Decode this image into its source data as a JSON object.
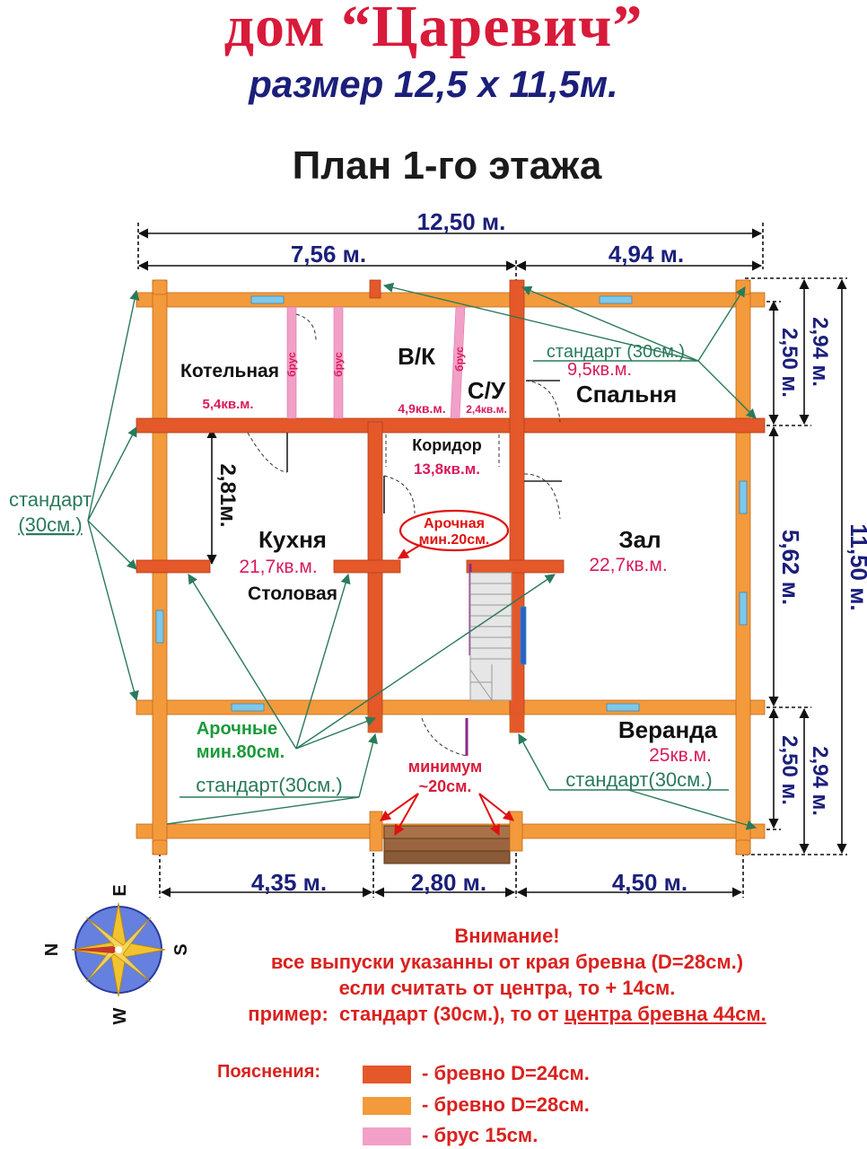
{
  "header": {
    "title": "дом “Царевич”",
    "subtitle": "размер 12,5 х 11,5м.",
    "plan_title": "План 1-го этажа"
  },
  "dimensions": {
    "total_width": "12,50 м.",
    "top_left": "7,56 м.",
    "top_right": "4,94 м.",
    "total_height": "11,50 м.",
    "right_top_outer": "2,94 м.",
    "right_top_inner": "2,50 м.",
    "right_middle": "5,62 м.",
    "right_bottom_inner": "2,50 м.",
    "right_bottom_outer": "2,94 м.",
    "bottom_left": "4,35 м.",
    "bottom_middle": "2,80 м.",
    "bottom_right": "4,50 м.",
    "kitchen_depth": "2,81м."
  },
  "rooms": {
    "boiler_name": "Котельная",
    "boiler_area": "5,4кв.м.",
    "wardrobe_name": "В/К",
    "wardrobe_area": "4,9кв.м.",
    "bath_name": "С/У",
    "bath_area": "2,4кв.м.",
    "bedroom_name": "Спальня",
    "bedroom_area": "9,5кв.м.",
    "corridor_name": "Коридор",
    "corridor_area": "13,8кв.м.",
    "kitchen_name": "Кухня",
    "kitchen_area": "21,7кв.м.",
    "dining_name": "Столовая",
    "hall_name": "Зал",
    "hall_area": "22,7кв.м.",
    "veranda_name": "Веранда",
    "veranda_area": "25кв.м."
  },
  "annotations": {
    "beam": "брус",
    "standard_left_1": "стандарт",
    "standard_left_2": "(30см.)",
    "standard_top": "стандарт (30см.)",
    "standard_bottom_left": "стандарт(30см.)",
    "standard_bottom_right": "стандарт(30см.)",
    "arched_center_1": "Арочная",
    "arched_center_2": "мин.20см.",
    "arched_left_1": "Арочные",
    "arched_left_2": "мин.80см.",
    "minimum_1": "минимум",
    "minimum_2": "~20см."
  },
  "compass": {
    "north": "N",
    "south": "S",
    "east": "E",
    "west": "W"
  },
  "notice": {
    "line1": "Внимание!",
    "line2": "все выпуски указанны от края бревна (D=28см.)",
    "line3": "если считать от центра, то + 14см.",
    "line4_prefix": "пример:  стандарт (30см.), то от ",
    "line4_underlined": "центра бревна 44см."
  },
  "legend": {
    "title": "Пояснения:",
    "items": [
      {
        "label": "-  бревно D=24см.",
        "color": "#e4582a"
      },
      {
        "label": "-  бревно D=28см.",
        "color": "#f39a3c"
      },
      {
        "label": "-  брус 15см.",
        "color": "#f2a0c8"
      }
    ]
  },
  "colors": {
    "title": "#d81b3a",
    "subtitle": "#1b1f7a",
    "dimension_text": "#1b1f7a",
    "room_area": "#d81b5a",
    "annotation_green": "#1a9a3a",
    "leader_line": "#2a7a5a",
    "log_24": "#e4582a",
    "log_28": "#f39a3c",
    "beam_15": "#f2a0c8",
    "window": "#7ec8ec"
  }
}
